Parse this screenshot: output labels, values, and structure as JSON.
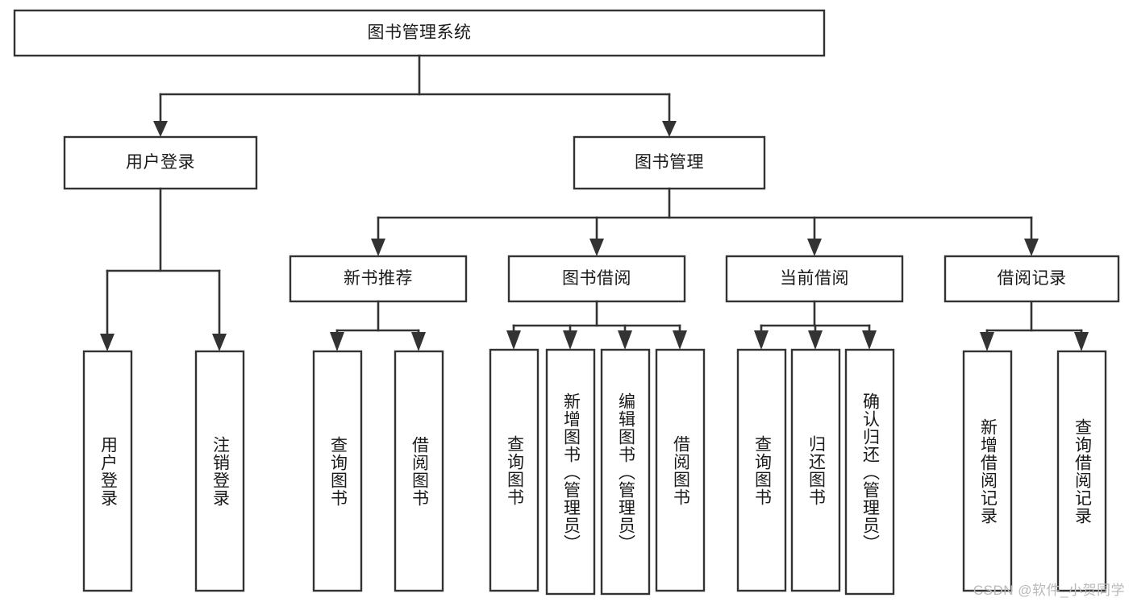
{
  "diagram": {
    "type": "tree-hierarchy",
    "title": "图书管理系统",
    "watermark": "CSDN @软件_小贺同学",
    "colors": {
      "stroke": "#333333",
      "fill": "#ffffff",
      "text": "#1a1a1a",
      "watermark": "#b9b9b9"
    },
    "nodes": {
      "root": {
        "label": "图书管理系统",
        "orientation": "horizontal"
      },
      "level1": [
        {
          "id": "user-login",
          "label": "用户登录",
          "orientation": "horizontal"
        },
        {
          "id": "book-manage",
          "label": "图书管理",
          "orientation": "horizontal"
        }
      ],
      "level2": [
        {
          "id": "new-book-recommend",
          "label": "新书推荐",
          "orientation": "horizontal"
        },
        {
          "id": "book-borrow",
          "label": "图书借阅",
          "orientation": "horizontal"
        },
        {
          "id": "current-borrow",
          "label": "当前借阅",
          "orientation": "horizontal"
        },
        {
          "id": "borrow-record",
          "label": "借阅记录",
          "orientation": "horizontal"
        }
      ],
      "leaves": [
        {
          "id": "leaf-user-login",
          "label": "用户登录",
          "parent": "user-login",
          "orientation": "vertical"
        },
        {
          "id": "leaf-user-logout",
          "label": "注销登录",
          "parent": "user-login",
          "orientation": "vertical"
        },
        {
          "id": "leaf-query-book-1",
          "label": "查询图书",
          "parent": "new-book-recommend",
          "orientation": "vertical"
        },
        {
          "id": "leaf-borrow-book-1",
          "label": "借阅图书",
          "parent": "new-book-recommend",
          "orientation": "vertical"
        },
        {
          "id": "leaf-query-book-2",
          "label": "查询图书",
          "parent": "book-borrow",
          "orientation": "vertical"
        },
        {
          "id": "leaf-add-book",
          "label": "新增图书（管理员）",
          "parent": "book-borrow",
          "orientation": "vertical"
        },
        {
          "id": "leaf-edit-book",
          "label": "编辑图书（管理员）",
          "parent": "book-borrow",
          "orientation": "vertical"
        },
        {
          "id": "leaf-borrow-book-2",
          "label": "借阅图书",
          "parent": "book-borrow",
          "orientation": "vertical"
        },
        {
          "id": "leaf-query-book-3",
          "label": "查询图书",
          "parent": "current-borrow",
          "orientation": "vertical"
        },
        {
          "id": "leaf-return-book",
          "label": "归还图书",
          "parent": "current-borrow",
          "orientation": "vertical"
        },
        {
          "id": "leaf-confirm-return",
          "label": "确认归还（管理员）",
          "parent": "current-borrow",
          "orientation": "vertical"
        },
        {
          "id": "leaf-add-record",
          "label": "新增借阅记录",
          "parent": "borrow-record",
          "orientation": "vertical"
        },
        {
          "id": "leaf-query-record",
          "label": "查询借阅记录",
          "parent": "borrow-record",
          "orientation": "vertical"
        }
      ]
    }
  }
}
